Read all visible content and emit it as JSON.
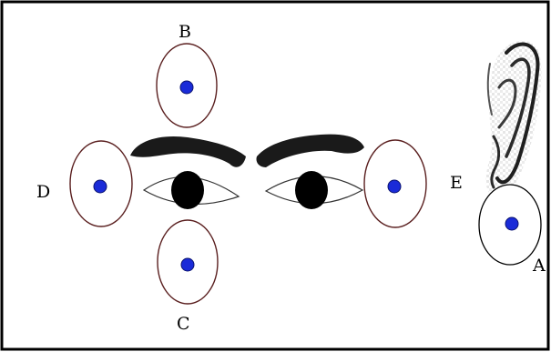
{
  "colors": {
    "ring_outline": "#5a1f1f",
    "dot_fill": "#1a2bd8",
    "dot_outline": "#0b1370",
    "pupil": "#000000",
    "brow": "#1a1a1a",
    "frame": "#000000"
  },
  "labels": {
    "a": "A",
    "b": "B",
    "c": "C",
    "d": "D",
    "e": "E"
  }
}
